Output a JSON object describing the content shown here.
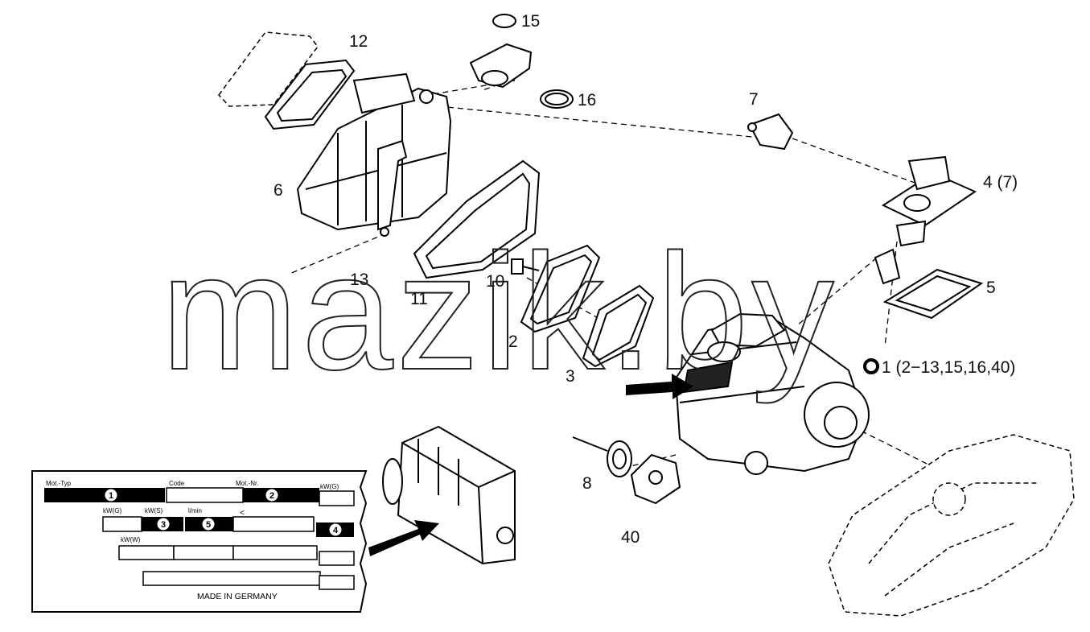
{
  "watermark": "mazik.by",
  "callouts": {
    "c15": "15",
    "c16": "16",
    "c12": "12",
    "c7": "7",
    "c4": "4 (7)",
    "c6": "6",
    "c5": "5",
    "c13": "13",
    "c10": "10",
    "c11": "11",
    "c2": "2",
    "c3": "3",
    "c1": "1 (2−13,15,16,40)",
    "c8": "8",
    "c40": "40"
  },
  "nameplate": {
    "mot_typ": "Mot.-Typ",
    "code": "Code",
    "mot_nr": "Mot.-Nr.",
    "kw_g_top": "kW(G)",
    "kw_g": "kW(G)",
    "kw_s": "kW(S)",
    "l_min": "l/min",
    "kw_w": "kW(W)",
    "lt": "<",
    "made_in": "MADE IN GERMANY",
    "badge1": "1",
    "badge2": "2",
    "badge3": "3",
    "badge4": "4",
    "badge5": "5"
  },
  "colors": {
    "ink": "#000000",
    "background": "#ffffff"
  }
}
